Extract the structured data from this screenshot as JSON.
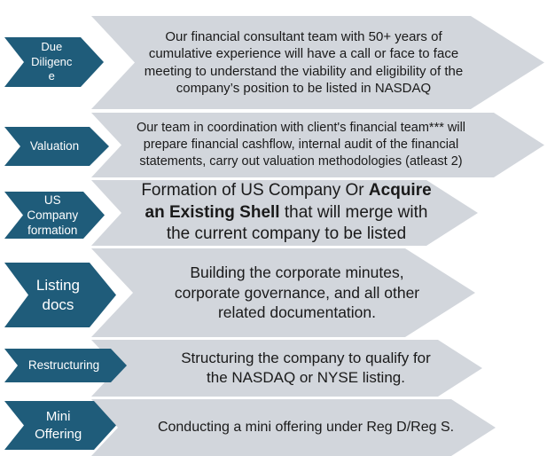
{
  "colors": {
    "arrow_blue": "#1F5C7A",
    "arrow_gray": "#D2D6DC",
    "label_text": "#FFFFFF",
    "desc_text": "#1A1A1A"
  },
  "diagram": {
    "steps": [
      {
        "label": "Due\nDiligenc\ne",
        "desc": [
          {
            "t": "Our financial consultant team with 50+ years of\ncumulative experience will have a call or face to face\nmeeting to understand the viability and eligibility of the\ncompany’s position to be listed in NASDAQ",
            "b": false
          }
        ]
      },
      {
        "label": "Valuation",
        "desc": [
          {
            "t": "Our team in coordination with client's financial team*** will\nprepare financial cashflow, internal audit of the financial\nstatements, carry out valuation methodologies (atleast 2)",
            "b": false
          }
        ]
      },
      {
        "label": "US\nCompany\nformation",
        "desc": [
          {
            "t": "Formation of US Company Or ",
            "b": false
          },
          {
            "t": "Acquire\nan Existing Shell",
            "b": true
          },
          {
            "t": " that will merge with\nthe current company to be listed",
            "b": false
          }
        ]
      },
      {
        "label": "Listing\ndocs",
        "desc": [
          {
            "t": "Building the corporate minutes,\ncorporate governance, and all other\nrelated documentation.",
            "b": false
          }
        ]
      },
      {
        "label": "Restructuring",
        "desc": [
          {
            "t": "Structuring the company to qualify for\nthe NASDAQ or NYSE listing.",
            "b": false
          }
        ]
      },
      {
        "label": "Mini\nOffering",
        "desc": [
          {
            "t": "Conducting a mini offering under Reg D/Reg S.",
            "b": false
          }
        ]
      }
    ]
  }
}
